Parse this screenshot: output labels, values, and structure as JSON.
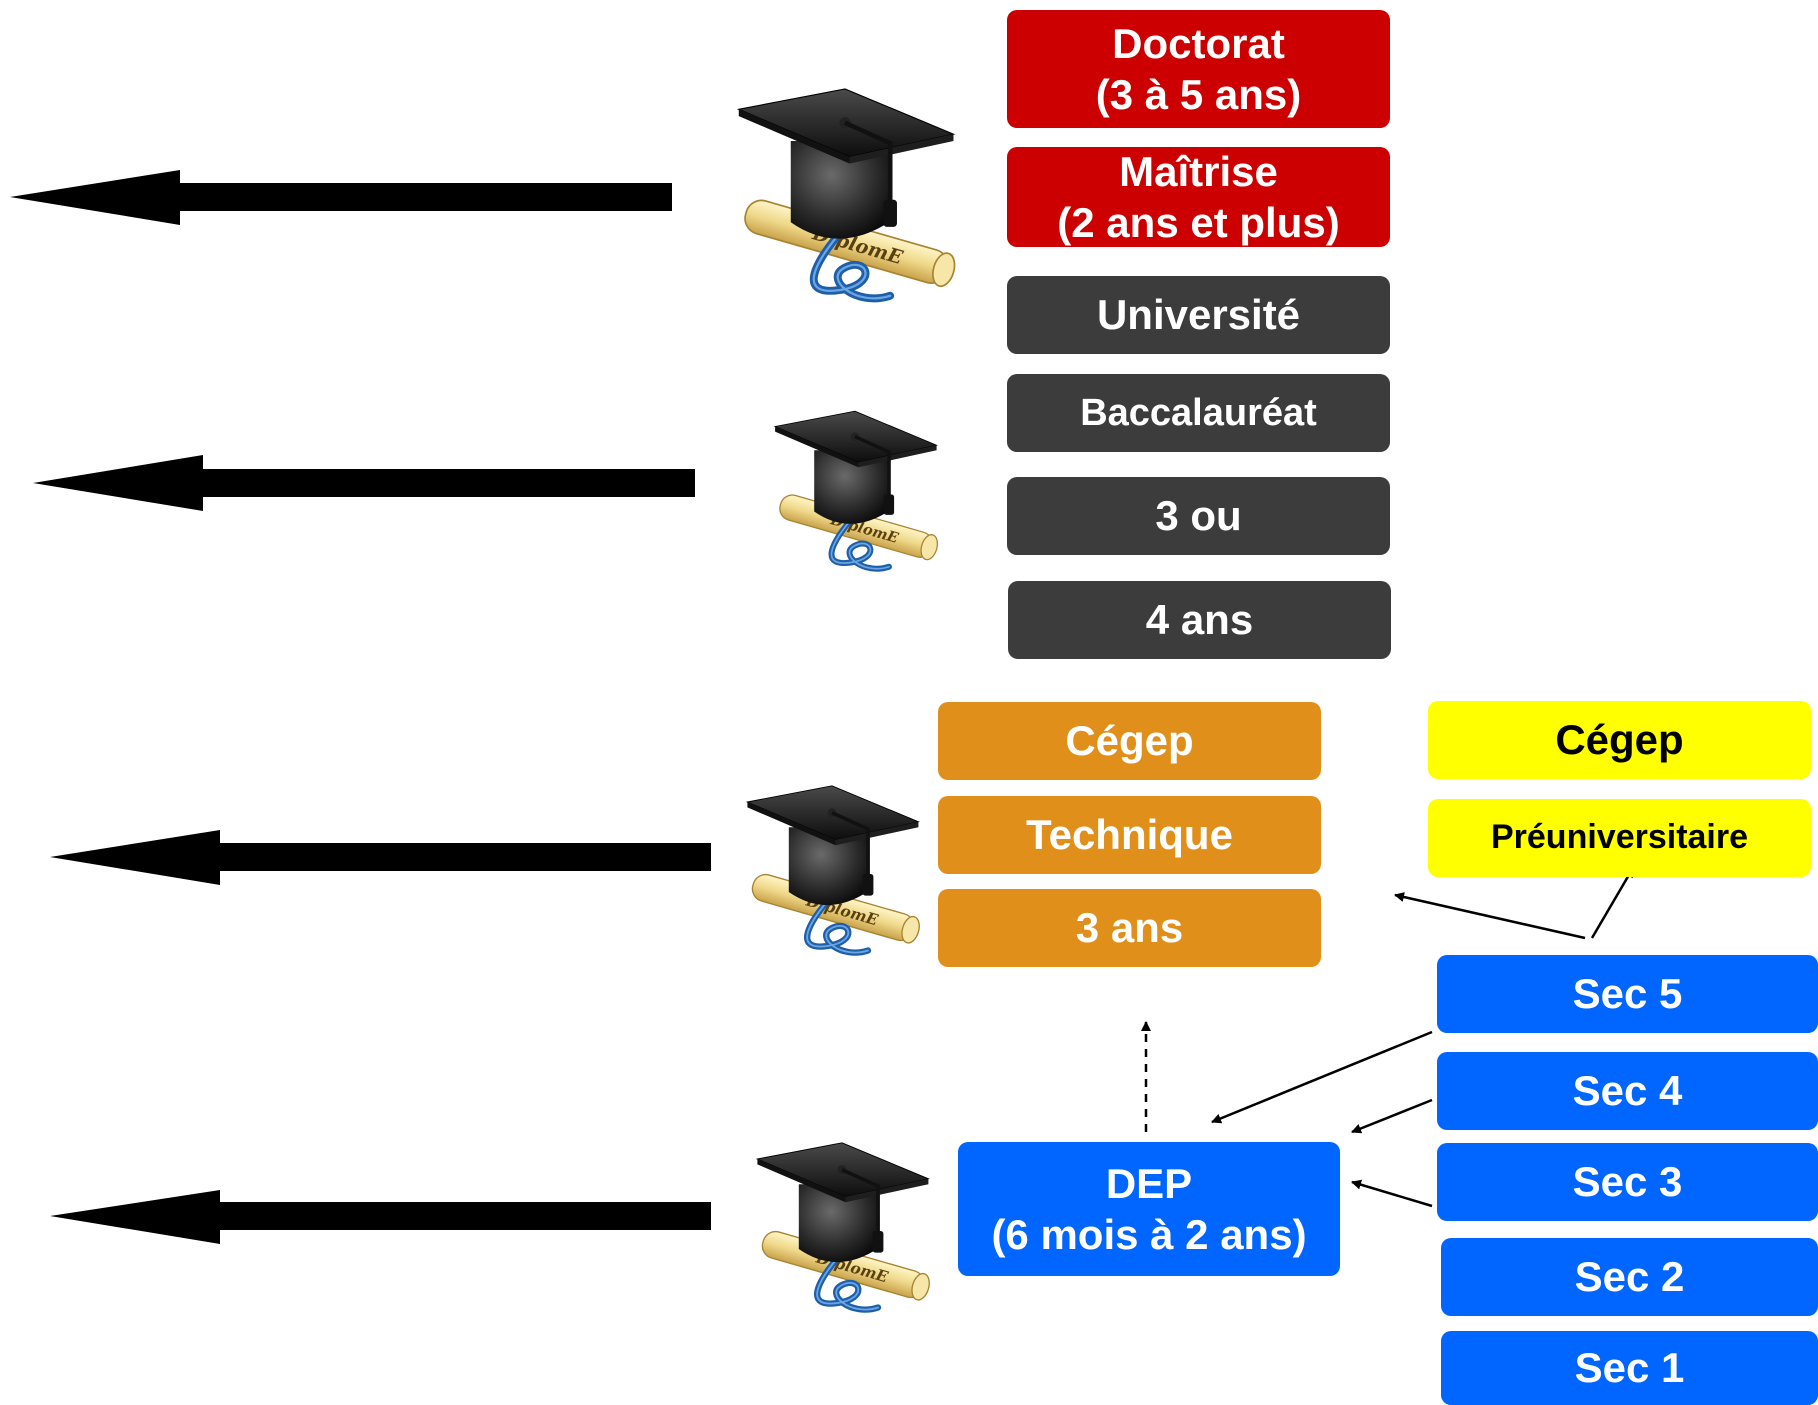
{
  "university": {
    "doctorat": {
      "line1": "Doctorat",
      "line2": "(3 à 5 ans)",
      "color": "#cc0000"
    },
    "maitrise": {
      "line1": "Maîtrise",
      "line2": "(2 ans et plus)",
      "color": "#cc0000"
    },
    "universite": "Université",
    "baccalaureat": "Baccalauréat",
    "duration_a": "3 ou",
    "duration_b": "4 ans",
    "box_color": "#3c3c3c"
  },
  "cegep_technique": {
    "title": "Cégep",
    "program": "Technique",
    "duration": "3 ans",
    "color": "#e0901a"
  },
  "cegep_preuniversitaire": {
    "title": "Cégep",
    "program": "Préuniversitaire",
    "color": "#ffff00"
  },
  "secondaire": {
    "levels": [
      "Sec 5",
      "Sec 4",
      "Sec 3",
      "Sec 2",
      "Sec 1"
    ],
    "color": "#0066ff"
  },
  "dep": {
    "line1": "DEP",
    "line2": "(6 mois à 2 ans)",
    "color": "#0066ff"
  },
  "diploma_icon": {
    "name": "graduation-cap-diploma-icon",
    "scroll_text": "DiplomE"
  }
}
